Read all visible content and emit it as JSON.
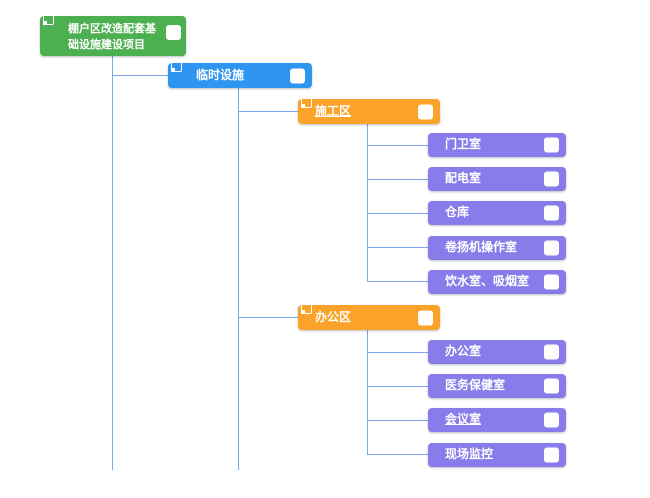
{
  "colors": {
    "root": "#4caf50",
    "branch": "#2e95f0",
    "group": "#faa328",
    "leaf": "#887bea",
    "connector": "#7ba6f0",
    "node_text": "#ffffff",
    "background": "#ffffff"
  },
  "nodes": {
    "root": {
      "label": "棚户区改造配套基础设施建设项目"
    },
    "temporary_facilities": {
      "label": "临时设施"
    },
    "construction_area": {
      "label": "施工区",
      "underlined": true
    },
    "guard_room": {
      "label": "门卫室"
    },
    "power_distribution_room": {
      "label": "配电室"
    },
    "warehouse": {
      "label": "仓库"
    },
    "hoist_operator_room": {
      "label": "卷扬机操作室"
    },
    "drinking_smoking_room": {
      "label": "饮水室、吸烟室"
    },
    "office_area": {
      "label": "办公区"
    },
    "office_room": {
      "label": "办公室"
    },
    "medical_care_room": {
      "label": "医务保健室"
    },
    "meeting_room": {
      "label": "会议室",
      "underlined": true
    },
    "site_monitoring": {
      "label": "现场监控"
    }
  },
  "structure": {
    "root": "棚户区改造配套基础设施建设项目",
    "children": [
      {
        "label": "临时设施",
        "children": [
          {
            "label": "施工区",
            "children": [
              "门卫室",
              "配电室",
              "仓库",
              "卷扬机操作室",
              "饮水室、吸烟室"
            ]
          },
          {
            "label": "办公区",
            "children": [
              "办公室",
              "医务保健室",
              "会议室",
              "现场监控"
            ]
          }
        ]
      }
    ]
  }
}
